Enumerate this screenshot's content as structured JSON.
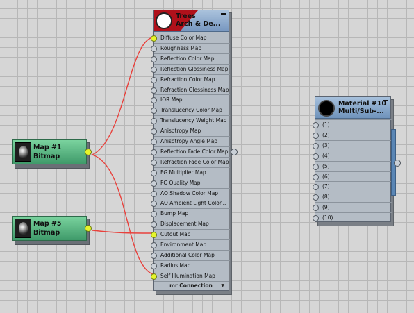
{
  "material_node": {
    "title_line1": "Trees",
    "title_line2": "Arch & De...",
    "minimize_label": "–",
    "slots": [
      {
        "label": "Diffuse Color Map",
        "connected": true
      },
      {
        "label": "Roughness Map",
        "connected": false
      },
      {
        "label": "Reflection Color Map",
        "connected": false
      },
      {
        "label": "Reflection Glossiness Map",
        "connected": false
      },
      {
        "label": "Refraction Color Map",
        "connected": false
      },
      {
        "label": "Refraction Glossiness Map",
        "connected": false
      },
      {
        "label": "IOR Map",
        "connected": false
      },
      {
        "label": "Translucency Color Map",
        "connected": false
      },
      {
        "label": "Translucency Weight Map",
        "connected": false
      },
      {
        "label": "Anisotropy Map",
        "connected": false
      },
      {
        "label": "Anisotropy Angle Map",
        "connected": false
      },
      {
        "label": "Reflection Fade Color Map",
        "connected": false
      },
      {
        "label": "Refraction Fade Color Map",
        "connected": false
      },
      {
        "label": "FG Multiplier Map",
        "connected": false
      },
      {
        "label": "FG Quality Map",
        "connected": false
      },
      {
        "label": "AO Shadow Color Map",
        "connected": false
      },
      {
        "label": "AO Ambient Light Color...",
        "connected": false
      },
      {
        "label": "Bump Map",
        "connected": false
      },
      {
        "label": "Displacement Map",
        "connected": false
      },
      {
        "label": "Cutout Map",
        "connected": true
      },
      {
        "label": "Environment Map",
        "connected": false
      },
      {
        "label": "Additional Color Map",
        "connected": false
      },
      {
        "label": "Radius Map",
        "connected": false
      },
      {
        "label": "Self Illumination Map",
        "connected": true
      }
    ],
    "footer": "mr Connection",
    "footer_arrow": "▼"
  },
  "map_nodes": [
    {
      "line1": "Map #1",
      "line2": "Bitmap"
    },
    {
      "line1": "Map #5",
      "line2": "Bitmap"
    }
  ],
  "multi_node": {
    "title_line1": "Material #10",
    "title_line2": "Multi/Sub-...",
    "minimize_label": "–",
    "slots": [
      "(1)",
      "(2)",
      "(3)",
      "(4)",
      "(5)",
      "(6)",
      "(7)",
      "(8)",
      "(9)",
      "(10)"
    ]
  },
  "colors": {
    "wire": "#e8413c",
    "socket_active": "#e6f52c",
    "map_node": "#4fb07a",
    "header": "#7797c0",
    "material_flag": "#b0111b"
  }
}
